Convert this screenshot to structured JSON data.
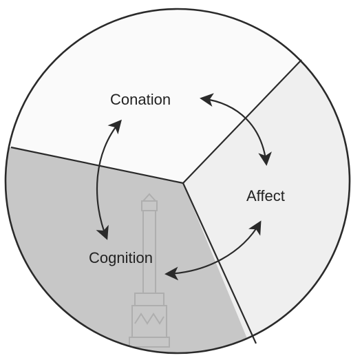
{
  "diagram": {
    "labels": {
      "conation": "Conation",
      "affect": "Affect",
      "cognition": "Cognition"
    },
    "colors": {
      "conation_fill": "#fafafa",
      "affect_fill": "#efefef",
      "cognition_fill": "#c7c7c7",
      "outline": "#2a2a2a"
    },
    "icons": {
      "watermark": "chess-tower-watermark-icon",
      "arrows": "double-headed-arrow-icon"
    }
  }
}
